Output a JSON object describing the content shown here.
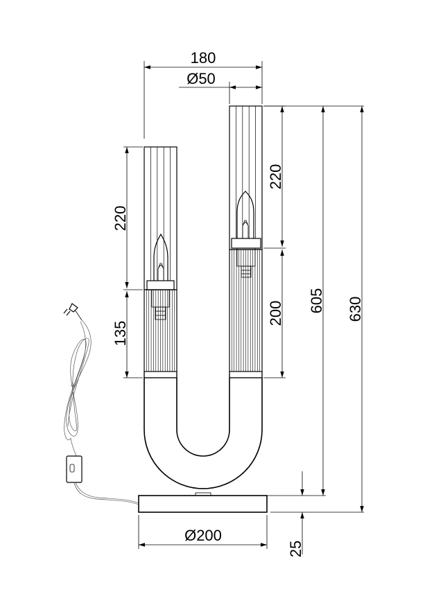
{
  "dimensions": {
    "top_width": "180",
    "tube_diameter": "Ø50",
    "left_shade_height": "220",
    "left_lower_height": "135",
    "right_shade_height": "220",
    "right_lower_height": "200",
    "inner_height": "605",
    "total_height": "630",
    "base_diameter": "Ø200",
    "base_height": "25"
  },
  "colors": {
    "line": "#000000",
    "background": "#ffffff"
  }
}
